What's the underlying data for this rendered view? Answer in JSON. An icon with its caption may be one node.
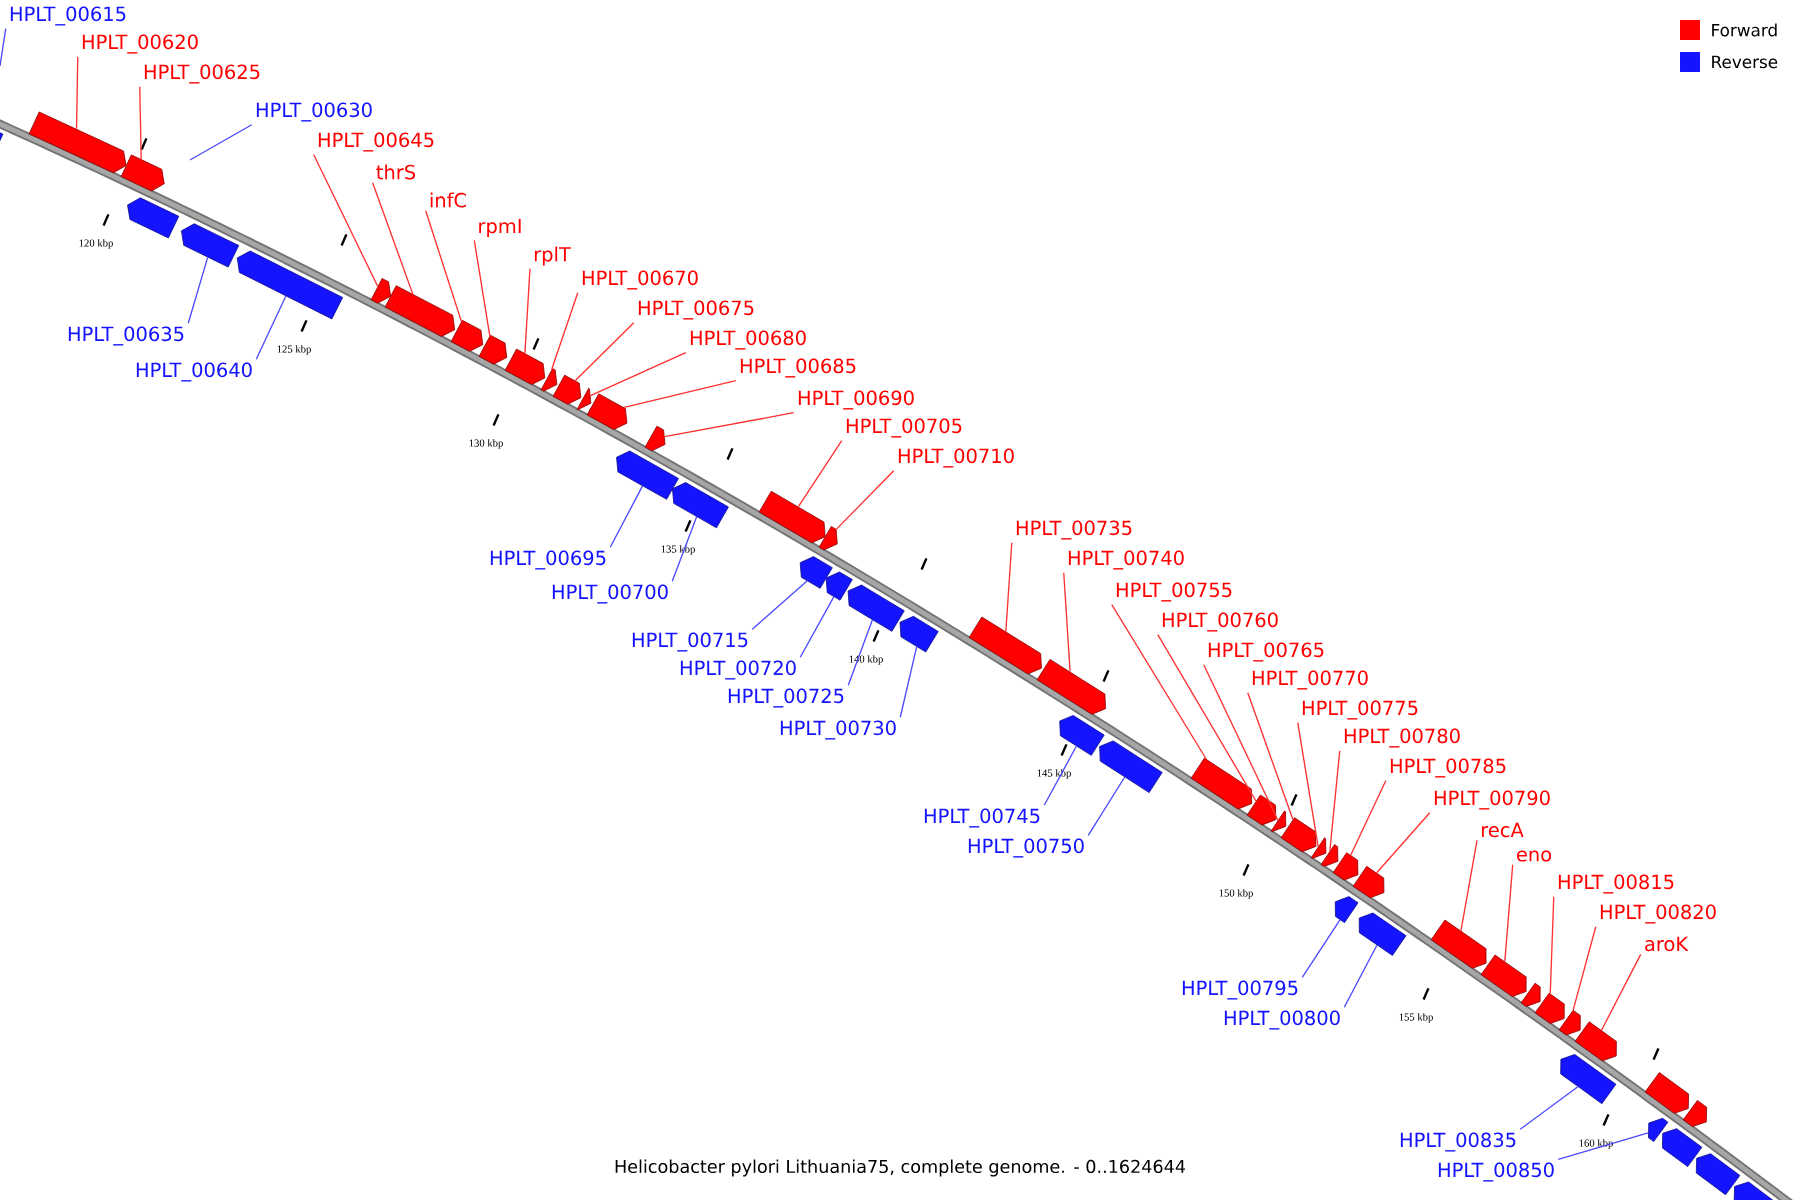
{
  "diagram": {
    "caption": "Helicobacter pylori Lithuania75, complete genome. - 0..1624644",
    "nodes": [
      {
        "text": [],
        "shape": "box"
      },
      {
        "text": [],
        "shape": "box"
      },
      {
        "text": [],
        "shape": "box"
      },
      {
        "text": [],
        "shape": "box"
      },
      {
        "text": [],
        "shape": "box"
      },
      {
        "text": [],
        "shape": "box"
      },
      {
        "text": [],
        "shape": "box"
      },
      {
        "text": [],
        "shape": "box"
      },
      {
        "text": [],
        "shape": "box"
      },
      {
        "text": [],
        "shape": "box"
      },
      {
        "text": [],
        "shape": "box"
      },
      {
        "text": [],
        "shape": "box"
      },
      {
        "text": [],
        "shape": "box"
      },
      {
        "text": [],
        "shape": "box"
      },
      {
        "text": [],
        "shape": "box"
      },
      {
        "text": [],
        "shape": "box"
      },
      {
        "text": [],
        "shape": "box"
      },
      {
        "text": [],
        "shape": "box"
      },
      {
        "text": [],
        "shape": "box"
      },
      {
        "text": [],
        "shape": "box"
      },
      {
        "text": [],
        "shape": "box"
      },
      {
        "text": [],
        "shape": "box"
      },
      {
        "text": [],
        "shape": "box"
      },
      {
        "text": [],
        "shape": "box"
      },
      {
        "text": [],
        "shape": "box"
      },
      {
        "text": [],
        "shape": "box"
      },
      {
        "text": [],
        "shape": "box"
      },
      {
        "text": [],
        "shape": "box"
      },
      {
        "text": [],
        "shape": "box"
      },
      {
        "text": [],
        "shape": "box"
      },
      {
        "text": [],
        "shape": "box"
      },
      {
        "text": [],
        "shape": "box"
      },
      {
        "text": [],
        "shape": "box"
      },
      {
        "text": [],
        "shape": "box"
      },
      {
        "text": [],
        "shape": "box"
      },
      {
        "text": [],
        "shape": "box"
      },
      {
        "text": [],
        "shape": "box"
      },
      {
        "text": [],
        "shape": "box"
      },
      {
        "text": [],
        "shape": "box"
      },
      {
        "text": [],
        "shape": "box"
      },
      {
        "text": [],
        "shape": "box"
      },
      {
        "text": [],
        "shape": "box"
      },
      {
        "text": [],
        "shape": "box"
      },
      {
        "text": [],
        "shape": "box"
      },
      {
        "text": [],
        "shape": "box"
      },
      {
        "text": [],
        "shape": "box"
      },
      {
        "text": [],
        "shape": "box"
      },
      {
        "text": [],
        "shape": "box"
      },
      {
        "text": [],
        "shape": "box"
      },
      {
        "text": [],
        "shape": "box"
      },
      {
        "text": [],
        "shape": "box"
      },
      {
        "text": [
          "HPLT_00615"
        ]
      },
      {
        "text": [
          "HPLT_00620"
        ]
      },
      {
        "text": [
          "HPLT_00625"
        ]
      },
      {
        "text": [
          "HPLT_00630"
        ]
      },
      {
        "text": [
          "HPLT_00645"
        ]
      },
      {
        "text": [
          "thrS"
        ]
      },
      {
        "text": [
          "infC"
        ]
      },
      {
        "text": [
          "rpmI"
        ]
      },
      {
        "text": [
          "rplT"
        ]
      },
      {
        "text": [
          "HPLT_00670"
        ]
      },
      {
        "text": [
          "HPLT_00675"
        ]
      },
      {
        "text": [
          "HPLT_00635"
        ]
      },
      {
        "text": [
          "HPLT_00680"
        ]
      },
      {
        "text": [
          "HPLT_00685"
        ]
      },
      {
        "text": [
          "HPLT_00640"
        ]
      },
      {
        "text": [
          "HPLT_00690"
        ]
      },
      {
        "text": [
          "HPLT_00705"
        ]
      },
      {
        "text": [
          "HPLT_00710"
        ]
      },
      {
        "text": [
          "HPLT_00735"
        ]
      },
      {
        "text": [
          "HPLT_00695"
        ]
      },
      {
        "text": [
          "HPLT_00740"
        ]
      },
      {
        "text": [
          "HPLT_00755"
        ]
      },
      {
        "text": [
          "HPLT_00700"
        ]
      },
      {
        "text": [
          "HPLT_00760"
        ]
      },
      {
        "text": [
          "HPLT_00715"
        ]
      },
      {
        "text": [
          "HPLT_00765"
        ]
      },
      {
        "text": [
          "HPLT_00720"
        ]
      },
      {
        "text": [
          "HPLT_00770"
        ]
      },
      {
        "text": [
          "HPLT_00725"
        ]
      },
      {
        "text": [
          "HPLT_00775"
        ]
      },
      {
        "text": [
          "HPLT_00730"
        ]
      },
      {
        "text": [
          "HPLT_00780"
        ]
      },
      {
        "text": [
          "HPLT_00785"
        ]
      },
      {
        "text": [
          "HPLT_00790"
        ]
      },
      {
        "text": [
          "HPLT_00745"
        ]
      },
      {
        "text": [
          "recA"
        ]
      },
      {
        "text": [
          "HPLT_00750"
        ]
      },
      {
        "text": [
          "eno"
        ]
      },
      {
        "text": [
          "HPLT_00815"
        ]
      },
      {
        "text": [
          "HPLT_00820"
        ]
      },
      {
        "text": [
          "aroK"
        ]
      },
      {
        "text": [
          "HPLT_00795"
        ]
      },
      {
        "text": [
          "HPLT_00800"
        ]
      },
      {
        "text": [
          "HPLT_00835"
        ]
      },
      {
        "text": [
          "HPLT_00850"
        ]
      }
    ],
    "edges": [
      {
        "from": 51,
        "to": null,
        "arrow": "none",
        "color": "#4a4aff"
      },
      {
        "from": 52,
        "to": 1,
        "arrow": "none"
      },
      {
        "from": 53,
        "to": 2,
        "arrow": "none"
      },
      {
        "from": 54,
        "to": null,
        "arrow": "none",
        "color": "#4a4aff"
      },
      {
        "from": 55,
        "to": 6,
        "arrow": "none"
      },
      {
        "from": 56,
        "to": 7,
        "arrow": "none"
      },
      {
        "from": 57,
        "to": 8,
        "arrow": "none"
      },
      {
        "from": 58,
        "to": 9,
        "arrow": "none"
      },
      {
        "from": 59,
        "to": 10,
        "arrow": "none"
      },
      {
        "from": 60,
        "to": 11,
        "arrow": "none"
      },
      {
        "from": 61,
        "to": 12,
        "arrow": "none"
      },
      {
        "from": 62,
        "to": 4,
        "arrow": "none",
        "color": "#4a4aff"
      },
      {
        "from": 63,
        "to": 13,
        "arrow": "none"
      },
      {
        "from": 64,
        "to": 14,
        "arrow": "none"
      },
      {
        "from": 65,
        "to": 5,
        "arrow": "none",
        "color": "#4a4aff"
      },
      {
        "from": 66,
        "to": 16,
        "arrow": "none"
      },
      {
        "from": 67,
        "to": 18,
        "arrow": "none"
      },
      {
        "from": 68,
        "to": 19,
        "arrow": "none"
      },
      {
        "from": 69,
        "to": 24,
        "arrow": "none"
      },
      {
        "from": 70,
        "to": 15,
        "arrow": "none",
        "color": "#4a4aff"
      },
      {
        "from": 71,
        "to": 25,
        "arrow": "none"
      },
      {
        "from": 72,
        "to": 28,
        "arrow": "none"
      },
      {
        "from": 73,
        "to": 17,
        "arrow": "none",
        "color": "#4a4aff"
      },
      {
        "from": 74,
        "to": 29,
        "arrow": "none"
      },
      {
        "from": 75,
        "to": 20,
        "arrow": "none",
        "color": "#4a4aff"
      },
      {
        "from": 76,
        "to": 30,
        "arrow": "none"
      },
      {
        "from": 77,
        "to": 21,
        "arrow": "none",
        "color": "#4a4aff"
      },
      {
        "from": 78,
        "to": 31,
        "arrow": "none"
      },
      {
        "from": 79,
        "to": 22,
        "arrow": "none",
        "color": "#4a4aff"
      },
      {
        "from": 80,
        "to": 32,
        "arrow": "none"
      },
      {
        "from": 81,
        "to": 23,
        "arrow": "none",
        "color": "#4a4aff"
      },
      {
        "from": 82,
        "to": 33,
        "arrow": "none"
      },
      {
        "from": 83,
        "to": 34,
        "arrow": "none"
      },
      {
        "from": 84,
        "to": 35,
        "arrow": "none"
      },
      {
        "from": 85,
        "to": 26,
        "arrow": "none",
        "color": "#4a4aff"
      },
      {
        "from": 86,
        "to": 38,
        "arrow": "none"
      },
      {
        "from": 87,
        "to": 27,
        "arrow": "none",
        "color": "#4a4aff"
      },
      {
        "from": 88,
        "to": 39,
        "arrow": "none"
      },
      {
        "from": 89,
        "to": 41,
        "arrow": "none"
      },
      {
        "from": 90,
        "to": 42,
        "arrow": "none"
      },
      {
        "from": 91,
        "to": 43,
        "arrow": "none"
      },
      {
        "from": 92,
        "to": 36,
        "arrow": "none",
        "color": "#4a4aff"
      },
      {
        "from": 93,
        "to": 37,
        "arrow": "none",
        "color": "#4a4aff"
      },
      {
        "from": 94,
        "to": 44,
        "arrow": "none",
        "color": "#4a4aff"
      },
      {
        "from": 95,
        "to": 46,
        "arrow": "none",
        "color": "#4a4aff"
      }
    ],
    "labels": [
      "120 kbp",
      "125 kbp",
      "130 kbp",
      "135 kbp",
      "140 kbp",
      "145 kbp",
      "150 kbp",
      "155 kbp",
      "160 kbp"
    ],
    "legend": [
      {
        "text": "Forward",
        "color": "#ff0000"
      },
      {
        "text": "Reverse",
        "color": "#1414ff"
      }
    ]
  }
}
